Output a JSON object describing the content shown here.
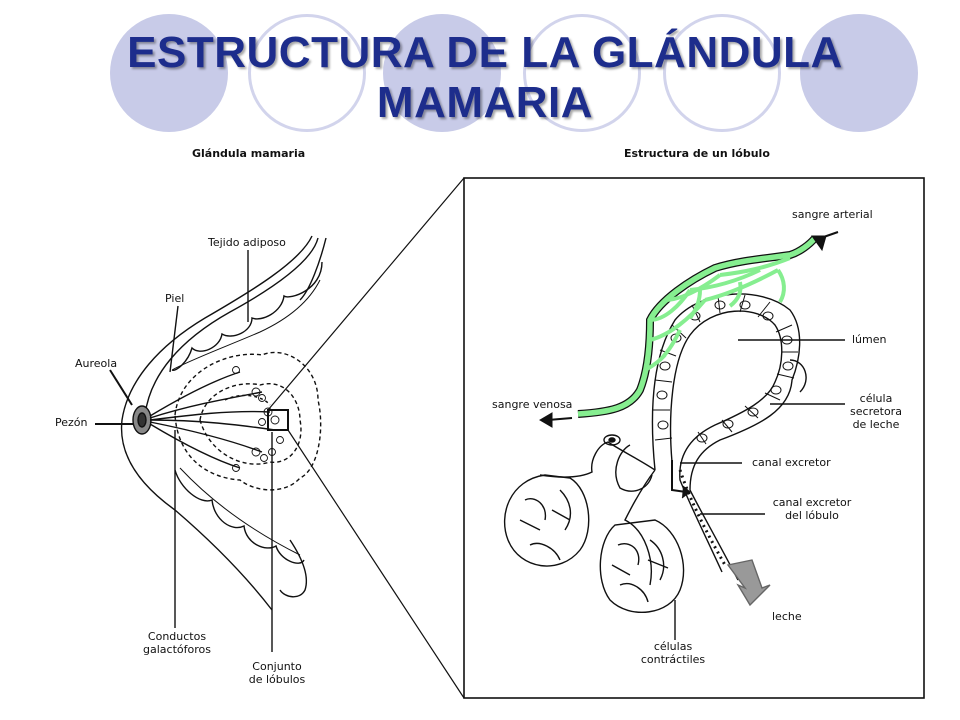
{
  "title": {
    "line1": "ESTRUCTURA DE LA GLÁNDULA",
    "line2": "MAMARIA"
  },
  "left_panel": {
    "heading": "Glándula mamaria",
    "labels": {
      "tejido_adiposo": "Tejido adiposo",
      "piel": "Piel",
      "aureola": "Aureola",
      "pezon": "Pezón",
      "conductos_1": "Conductos",
      "conductos_2": "galactóforos",
      "conjunto_1": "Conjunto",
      "conjunto_2": "de lóbulos"
    }
  },
  "right_panel": {
    "heading": "Estructura de un lóbulo",
    "labels": {
      "sangre_arterial": "sangre arterial",
      "lumen": "lúmen",
      "sangre_venosa": "sangre venosa",
      "celula_1": "célula",
      "celula_2": "secretora",
      "celula_3": "de leche",
      "canal_excretor": "canal excretor",
      "canal_lobulo_1": "canal excretor",
      "canal_lobulo_2": "del lóbulo",
      "leche": "leche",
      "celulas_1": "células",
      "celulas_2": "contráctiles"
    }
  },
  "colors": {
    "title": "#1d2d8c",
    "circle": "#c8cbe8",
    "vessel": "#86ee90",
    "line": "#111111"
  }
}
